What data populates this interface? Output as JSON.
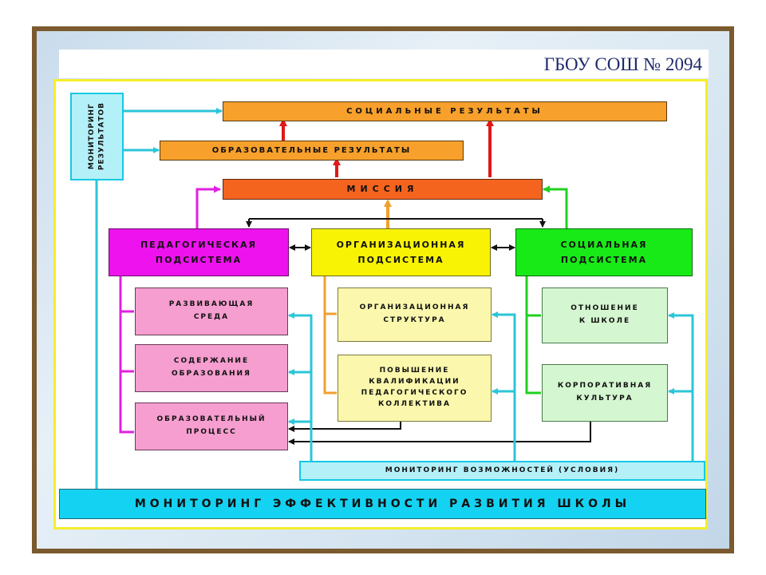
{
  "header": {
    "title": "ГБОУ СОШ № 2094"
  },
  "diagram": {
    "monitoring_results": "МОНИТОРИНГ\nРЕЗУЛЬТАТОВ",
    "social_results": "СОЦИАЛЬНЫЕ РЕЗУЛЬТАТЫ",
    "educational_results": "ОБРАЗОВАТЕЛЬНЫЕ РЕЗУЛЬТАТЫ",
    "mission": "МИССИЯ",
    "pedagogical_subsystem": "ПЕДАГОГИЧЕСКАЯ\nПОДСИСТЕМА",
    "organizational_subsystem": "ОРГАНИЗАЦИОННАЯ\nПОДСИСТЕМА",
    "social_subsystem": "СОЦИАЛЬНАЯ\nПОДСИСТЕМА",
    "developing_environment": "РАЗВИВАЮЩАЯ\nСРЕДА",
    "education_content": "СОДЕРЖАНИЕ\nОБРАЗОВАНИЯ",
    "educational_process": "ОБРАЗОВАТЕЛЬНЫЙ\nПРОЦЕСС",
    "organizational_structure": "ОРГАНИЗАЦИОННАЯ\nСТРУКТУРА",
    "qualification_improvement": "ПОВЫШЕНИЕ\nКВАЛИФИКАЦИИ\nПЕДАГОГИЧЕСКОГО\nКОЛЛЕКТИВА",
    "attitude_to_school": "ОТНОШЕНИЕ\nК ШКОЛЕ",
    "corporate_culture": "КОРПОРАТИВНАЯ\nКУЛЬТУРА",
    "monitoring_opportunities": "МОНИТОРИНГ ВОЗМОЖНОСТЕЙ (УСЛОВИЯ)",
    "monitoring_effectiveness": "МОНИТОРИНГ ЭФФЕКТИВНОСТИ РАЗВИТИЯ ШКОЛЫ"
  },
  "colors": {
    "cyan_connector": "#2bc6d8",
    "red_arrow": "#e01818",
    "orange_arrow": "#f0a030",
    "magenta_arrow": "#e020e0",
    "green_arrow": "#20d020",
    "black_arrow": "#111111"
  }
}
